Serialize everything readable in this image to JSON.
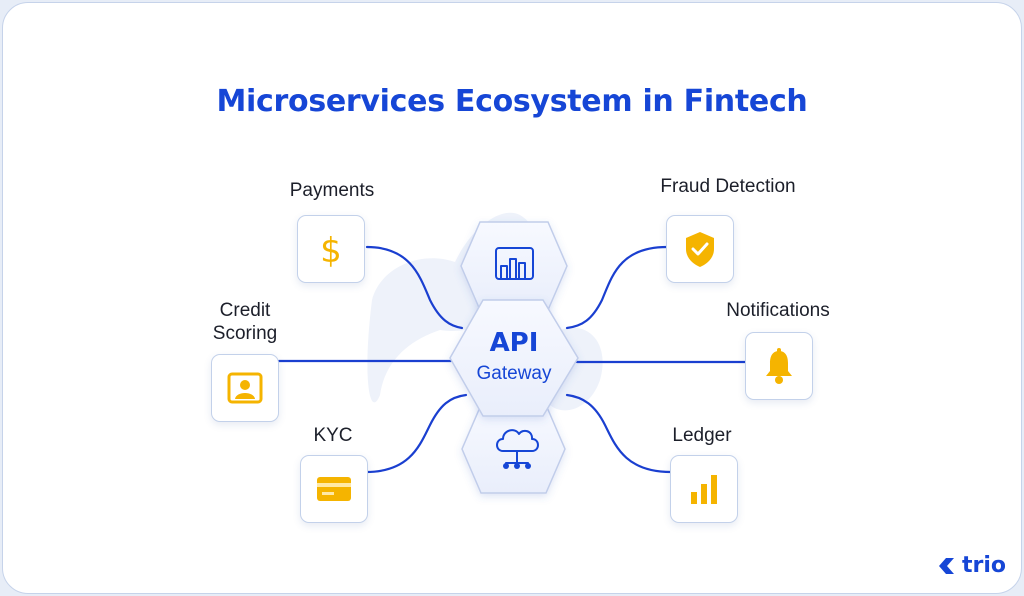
{
  "title": "Microservices Ecosystem in Fintech",
  "center": {
    "line1": "API",
    "line2": "Gateway"
  },
  "services": {
    "payments": {
      "label": "Payments",
      "icon": "dollar-icon"
    },
    "credit_scoring": {
      "label_line1": "Credit",
      "label_line2": "Scoring",
      "icon": "id-card-icon"
    },
    "kyc": {
      "label": "KYC",
      "icon": "card-icon"
    },
    "fraud_detection": {
      "label": "Fraud Detection",
      "icon": "shield-check-icon"
    },
    "notifications": {
      "label": "Notifications",
      "icon": "bell-icon"
    },
    "ledger": {
      "label": "Ledger",
      "icon": "bar-chart-icon"
    }
  },
  "hexagons": {
    "top_icon": "dashboard-chart-icon",
    "bottom_icon": "cloud-network-icon"
  },
  "logo": {
    "text": "trio"
  },
  "colors": {
    "accent": "#1646d6",
    "icon": "#f5b400",
    "connector": "#1a3fd0"
  }
}
